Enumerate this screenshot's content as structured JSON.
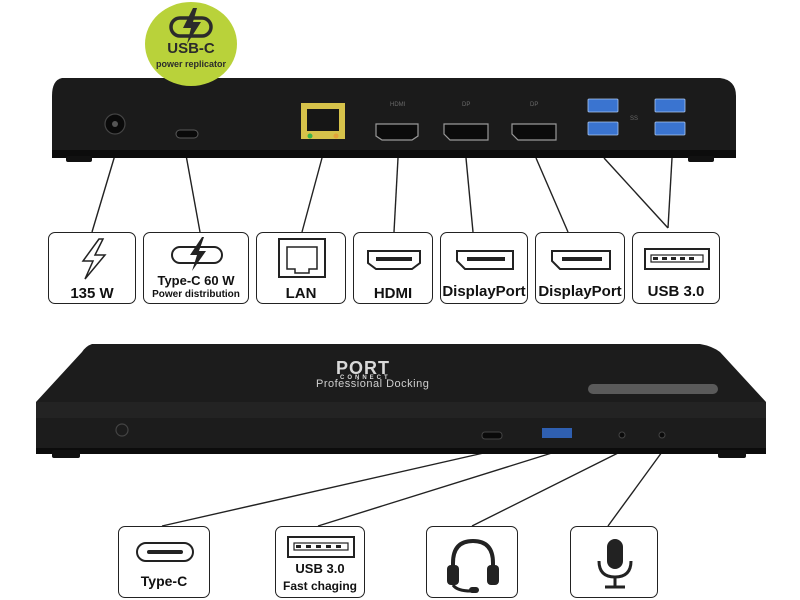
{
  "badge": {
    "title": "USB-C",
    "subtitle": "power replicator"
  },
  "rear_ports": [
    {
      "label": "135 W",
      "icon": "lightning-icon"
    },
    {
      "label": "Type-C 60 W",
      "sub": "Power distribution",
      "icon": "usb-c-power-icon"
    },
    {
      "label": "LAN",
      "icon": "ethernet-port-icon"
    },
    {
      "label": "HDMI",
      "icon": "hdmi-port-icon"
    },
    {
      "label": "DisplayPort",
      "icon": "displayport-icon"
    },
    {
      "label": "DisplayPort",
      "icon": "displayport-icon"
    },
    {
      "label": "USB 3.0",
      "icon": "usb-a-port-icon"
    }
  ],
  "device_print": {
    "brand": "PORT",
    "brand_sub": "CONNECT",
    "tagline": "Professional Docking",
    "rear_marks": [
      "HDMI",
      "DP",
      "DP",
      "SS"
    ]
  },
  "front_ports": [
    {
      "label": "Type-C",
      "icon": "usb-c-port-icon"
    },
    {
      "label": "USB 3.0",
      "sub": "Fast chaging",
      "icon": "usb-a-port-icon"
    },
    {
      "label": "",
      "icon": "headset-icon"
    },
    {
      "label": "",
      "icon": "microphone-icon"
    }
  ],
  "colors": {
    "badge": "#b9d23a",
    "device": "#1a1a1a",
    "usb_blue": "#3a74d0",
    "lan_port": "#d6c24a"
  }
}
